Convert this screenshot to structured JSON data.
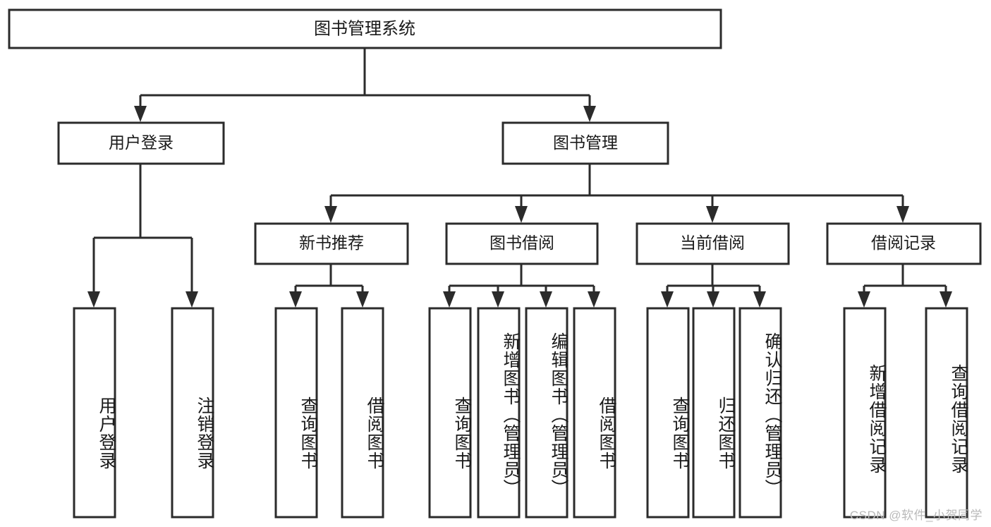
{
  "diagram": {
    "title": "图书管理系统",
    "watermark": "CSDN @软件_小贺同学",
    "colors": {
      "stroke": "#2b2b2b",
      "fill": "#ffffff",
      "text": "#1a1a1a",
      "watermark": "#b9b9b9"
    },
    "root": {
      "label": "图书管理系统"
    },
    "level2": [
      {
        "label": "用户登录"
      },
      {
        "label": "图书管理"
      }
    ],
    "level3": [
      {
        "label": "新书推荐"
      },
      {
        "label": "图书借阅"
      },
      {
        "label": "当前借阅"
      },
      {
        "label": "借阅记录"
      }
    ],
    "leaves": {
      "user_login": [
        {
          "label": "用户登录"
        },
        {
          "label": "注销登录"
        }
      ],
      "new_book_recommend": [
        {
          "label": "查询图书"
        },
        {
          "label": "借阅图书"
        }
      ],
      "book_borrow": [
        {
          "label": "查询图书"
        },
        {
          "label": "新增图书（管理员）"
        },
        {
          "label": "编辑图书（管理员）"
        },
        {
          "label": "借阅图书"
        }
      ],
      "current_borrow": [
        {
          "label": "查询图书"
        },
        {
          "label": "归还图书"
        },
        {
          "label": "确认归还（管理员）"
        }
      ],
      "borrow_record": [
        {
          "label": "新增借阅记录"
        },
        {
          "label": "查询借阅记录"
        }
      ]
    }
  }
}
